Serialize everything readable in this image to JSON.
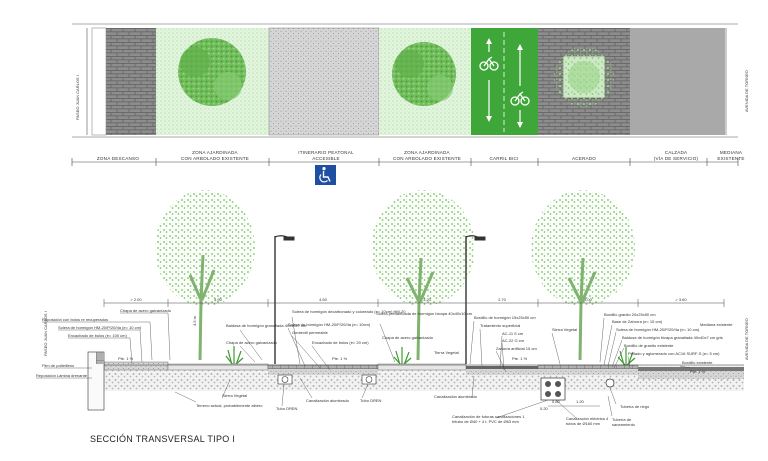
{
  "plan": {
    "left_street": "PASEO JUAN CARLOS I",
    "right_street": "AVENIDA DE TORNEO",
    "zones": [
      {
        "line1": "ZONA DESCANSO",
        "line2": ""
      },
      {
        "line1": "ZONA AJARDINADA",
        "line2": "CON ARBOLADO EXISTENTE"
      },
      {
        "line1": "ITINERARIO PEATONAL",
        "line2": "ACCESIBLE"
      },
      {
        "line1": "ZONA AJARDINADA",
        "line2": "CON ARBOLADO EXISTENTE"
      },
      {
        "line1": "CARRIL BICI",
        "line2": ""
      },
      {
        "line1": "ACERADO",
        "line2": ""
      },
      {
        "line1": "CALZADA",
        "line2": "(VÍA DE SERVICIO)"
      },
      {
        "line1": "MEDIANA",
        "line2": "EXISTENTE"
      }
    ],
    "accessible_icon": "wheelchair-icon",
    "colors": {
      "green_strip": "#6bb35a",
      "bike_lane": "#3fa63a",
      "paving": "#8a8a8a",
      "asphalt": "#a9a9a9",
      "gravel": "#d4d4d4"
    }
  },
  "section": {
    "title": "SECCIÓN TRANSVERSAL TIPO I",
    "left_street": "PASEO JUAN CARLOS I",
    "right_street": "AVENIDA DE TORNEO",
    "dimensions": [
      "> 2.00",
      "4.90",
      "4.50",
      "3.20",
      "2.70",
      "3.00",
      "> 3.60"
    ],
    "height_dim": "4.5 m",
    "small_dims": [
      "0.20",
      "0.80",
      "1.20"
    ],
    "labels": {
      "l1": "Chapa de acero galvanizado",
      "l2": "Reposición con bolos re recuperados",
      "l3": "Solera de hormigón HM-20/P/20/IIa (e= 10 cm)",
      "l4": "Encachado de bolos (e= 100 cm)",
      "l5": "Pte. 1 %",
      "l6": "Film de polietileno",
      "l7": "Reposición Lámina drenante",
      "l8": "Terreno actual, probablemente albero",
      "l9": "Sierra Vegetal",
      "l10": "Baldosa de hormigón granallada 40x40x7 cm",
      "l11": "Chapa de acero galvanizado",
      "l12": "Solera de hormigón decarbonado y coloreado (e= 10cm) HM-20",
      "l13": "Geotextil permeable",
      "l14": "Solera de hormigón HM-20/P/20/IIa (e= 10cm)",
      "l15": "Encachado de bolos (e= 20 cm)",
      "l16": "Pte. 1 %",
      "l17": "Tubo DREN",
      "l18": "Canalización alumbrado",
      "l19": "Tubo DREN",
      "l20": "Solera prefabricada de hormigón bicapa 40x40x10 cm",
      "l21": "Chapa de acero galvanizado",
      "l22": "Tierra Vegetal",
      "l23": "Bordillo de hormigón 15x25x50 cm",
      "l24": "Tratamiento superficial",
      "l25": "AC-11 S cm",
      "l26": "AC-22 G cm",
      "l27": "Zahorra artificial 15 cm",
      "l28": "Pte. 1 %",
      "l29": "Canalización alumbrado",
      "l30": "Canalización de futuras canalizaciones 1 tritubo de Ø40 + 4 t. PVC de Ø63 mm",
      "l31": "Sierra Vegetal",
      "l32": "Bordillo granito 20x25x50 cm",
      "l33": "Base de Zahorra (e= 15 cm)",
      "l34": "Solera de hormigón HM-20/P/20/IIa (e= 10 cm)",
      "l35": "Baldosa de hormigón bicapa granallada 40x40x7 cm gris",
      "l36": "Bordillo de granito existente",
      "l37": "Pintado y aglomerado con AC16 SURF-S (e= 5 cm)",
      "l38": "Bordillo existente",
      "l39": "Mediana existente",
      "l40": "Pte. 1 %",
      "l41": "Canalización eléctrica 4 tubos de Ø160 mm",
      "l42": "Tubería de riego",
      "l43": "Tubería de saneamiento"
    }
  }
}
